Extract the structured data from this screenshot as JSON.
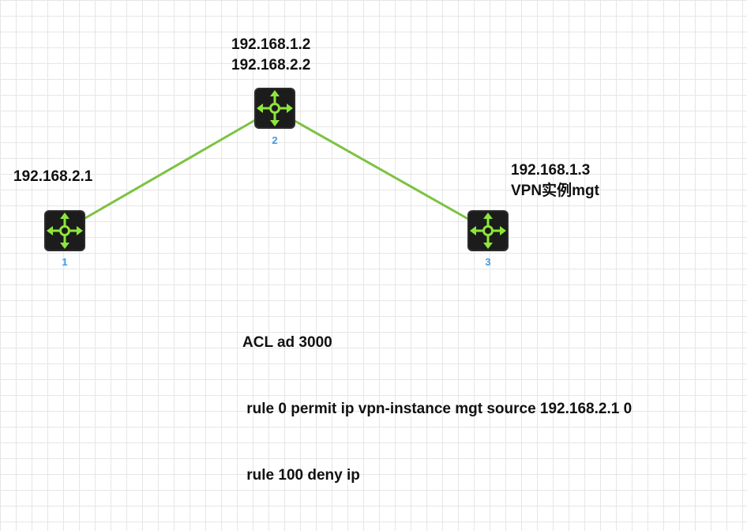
{
  "colors": {
    "link": "#7dc242",
    "device_body": "#1c1c1c",
    "device_arrows": "#8ee63a",
    "device_id": "#3d9be8",
    "text": "#111111"
  },
  "devices": [
    {
      "id": "1",
      "icon": "router-icon"
    },
    {
      "id": "2",
      "icon": "router-icon"
    },
    {
      "id": "3",
      "icon": "router-icon"
    }
  ],
  "links": [
    {
      "from": "1",
      "to": "2"
    },
    {
      "from": "2",
      "to": "3"
    }
  ],
  "labels": {
    "device1": [
      "192.168.2.1"
    ],
    "device2": [
      "192.168.1.2",
      "192.168.2.2"
    ],
    "device3": [
      "192.168.1.3",
      "VPN实例mgt"
    ]
  },
  "acl": {
    "title": "ACL ad 3000",
    "rules": [
      " rule 0 permit ip vpn-instance mgt source 192.168.2.1 0",
      " rule 100 deny ip"
    ]
  }
}
